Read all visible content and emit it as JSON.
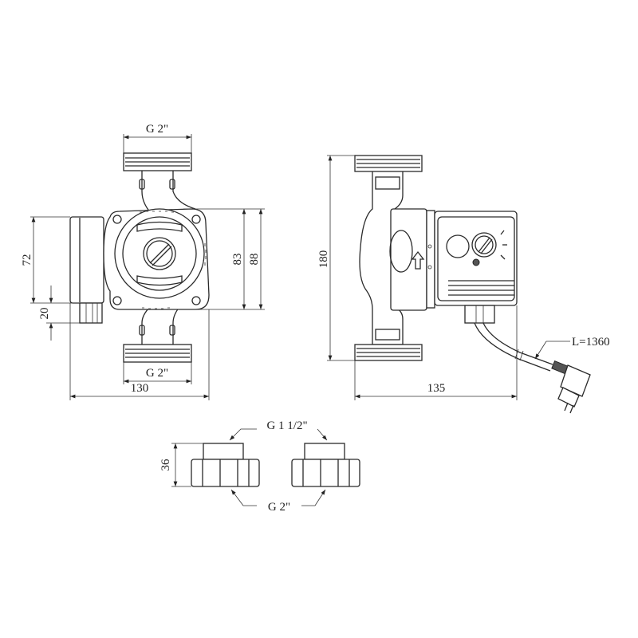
{
  "front_view": {
    "top_thread": "G 2\"",
    "bottom_thread": "G 2\"",
    "width": "130",
    "motor_height": "72",
    "terminal_height": "20",
    "flange_inner": "83",
    "flange_outer": "88"
  },
  "side_view": {
    "height": "180",
    "depth": "135",
    "cable_length": "L=1360"
  },
  "unions": {
    "inner_thread": "G 1 1/2\"",
    "outer_thread": "G 2\"",
    "height": "36"
  },
  "colors": {
    "line": "#2a2a2a",
    "background": "#ffffff"
  }
}
